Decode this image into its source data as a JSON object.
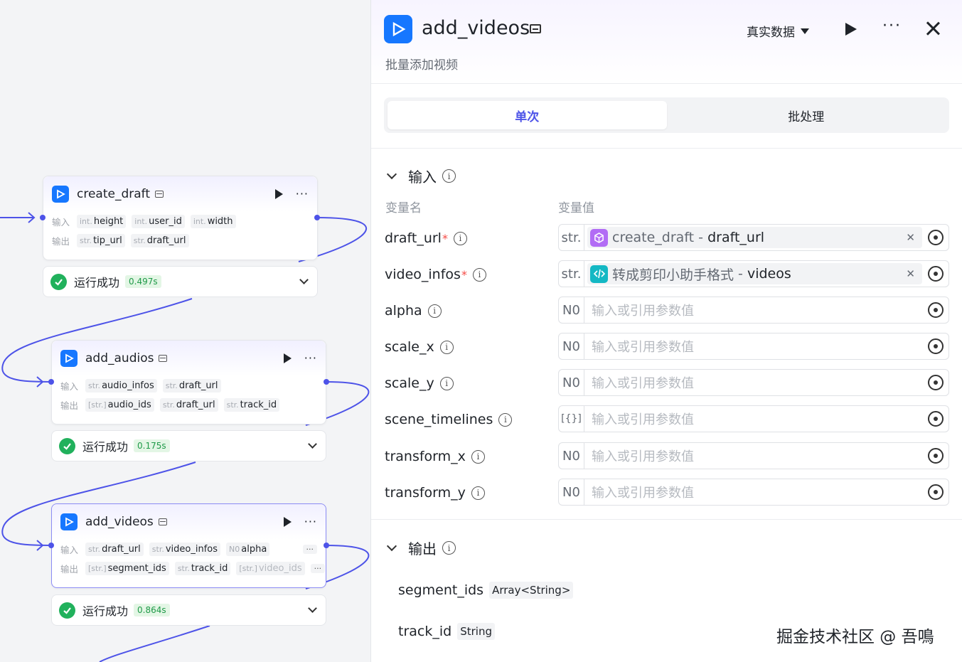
{
  "canvas": {
    "nodes": [
      {
        "title": "create_draft",
        "inputs_label": "输入",
        "outputs_label": "输出",
        "inputs": [
          {
            "type": "int.",
            "name": "height"
          },
          {
            "type": "int.",
            "name": "user_id"
          },
          {
            "type": "int.",
            "name": "width"
          }
        ],
        "outputs": [
          {
            "type": "str.",
            "name": "tip_url"
          },
          {
            "type": "str.",
            "name": "draft_url"
          }
        ],
        "status": "运行成功",
        "time": "0.497s"
      },
      {
        "title": "add_audios",
        "inputs_label": "输入",
        "outputs_label": "输出",
        "inputs": [
          {
            "type": "str.",
            "name": "audio_infos"
          },
          {
            "type": "str.",
            "name": "draft_url"
          }
        ],
        "outputs": [
          {
            "type": "[str.]",
            "name": "audio_ids"
          },
          {
            "type": "str.",
            "name": "draft_url"
          },
          {
            "type": "str.",
            "name": "track_id"
          }
        ],
        "status": "运行成功",
        "time": "0.175s"
      },
      {
        "title": "add_videos",
        "inputs_label": "输入",
        "outputs_label": "输出",
        "inputs": [
          {
            "type": "str.",
            "name": "draft_url"
          },
          {
            "type": "str.",
            "name": "video_infos"
          },
          {
            "type": "N0",
            "name": "alpha"
          }
        ],
        "outputs": [
          {
            "type": "[str.]",
            "name": "segment_ids"
          },
          {
            "type": "str.",
            "name": "track_id"
          },
          {
            "type": "[str.]",
            "name": "video_ids"
          }
        ],
        "more": "···",
        "status": "运行成功",
        "time": "0.864s"
      }
    ]
  },
  "panel": {
    "title": "add_videos",
    "subtitle": "批量添加视频",
    "mode": "真实数据",
    "more": "···",
    "tabs": [
      "单次",
      "批处理"
    ],
    "input_section": "输入",
    "output_section": "输出",
    "col_name": "变量名",
    "col_value": "变量值",
    "params": [
      {
        "name": "draft_url",
        "required": "*",
        "type": "str.",
        "ref_source": "create_draft",
        "ref_sep": " - ",
        "ref_field": "draft_url",
        "ref_icon": "plugin-cube-icon",
        "ref_color": "#b26cf5"
      },
      {
        "name": "video_infos",
        "required": "*",
        "type": "str.",
        "ref_source": "转成剪印小助手格式",
        "ref_sep": " - ",
        "ref_field": "videos",
        "ref_icon": "code-icon",
        "ref_color": "#14b8c4"
      },
      {
        "name": "alpha",
        "type": "N0",
        "placeholder": "输入或引用参数值"
      },
      {
        "name": "scale_x",
        "type": "N0",
        "placeholder": "输入或引用参数值"
      },
      {
        "name": "scale_y",
        "type": "N0",
        "placeholder": "输入或引用参数值"
      },
      {
        "name": "scene_timelines",
        "type": "[{}]",
        "placeholder": "输入或引用参数值"
      },
      {
        "name": "transform_x",
        "type": "N0",
        "placeholder": "输入或引用参数值"
      },
      {
        "name": "transform_y",
        "type": "N0",
        "placeholder": "输入或引用参数值"
      }
    ],
    "outputs": [
      {
        "name": "segment_ids",
        "type": "Array<String>"
      },
      {
        "name": "track_id",
        "type": "String"
      }
    ]
  },
  "watermark": "掘金技术社区 @ 吾鳴",
  "colors": {
    "accent": "#4d53e8",
    "success": "#21b15c",
    "brand": "#1677ff"
  }
}
